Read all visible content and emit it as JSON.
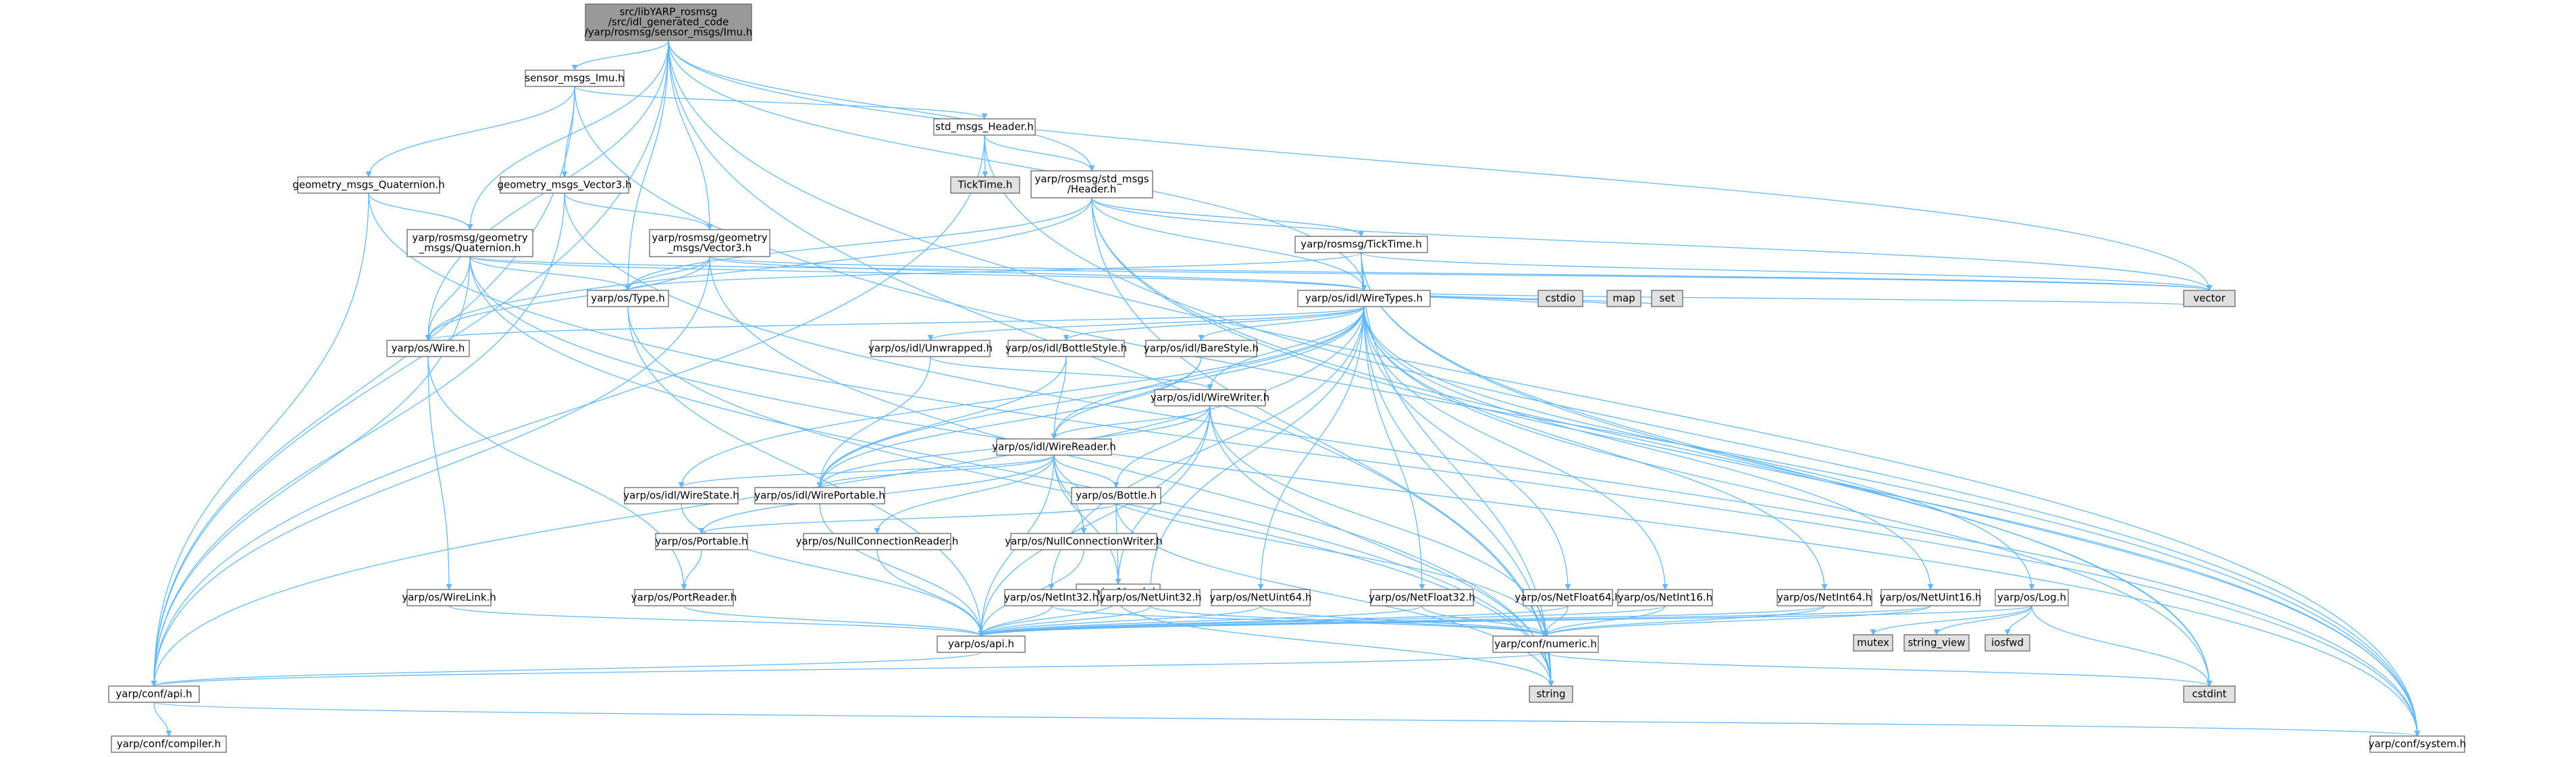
{
  "colors": {
    "edge": "#63b8ff",
    "node_fill": "#ffffff",
    "node_border": "#666666",
    "root_fill": "#999999",
    "red_border": "#ff0000",
    "external_fill": "#e0e0e0",
    "external_border": "#999999"
  },
  "nodes": [
    {
      "id": "root",
      "lines": [
        "src/libYARP_rosmsg",
        "/src/idl_generated_code",
        "/yarp/rosmsg/sensor_msgs/Imu.h"
      ],
      "style": "root"
    },
    {
      "id": "sensor_msgs_imu",
      "lines": [
        "sensor_msgs_Imu.h"
      ],
      "style": "normal"
    },
    {
      "id": "std_msgs_header",
      "lines": [
        "std_msgs_Header.h"
      ],
      "style": "normal"
    },
    {
      "id": "ticktime_ext",
      "lines": [
        "TickTime.h"
      ],
      "style": "external"
    },
    {
      "id": "rosmsg_std_msgs_header",
      "lines": [
        "yarp/rosmsg/std_msgs",
        "/Header.h"
      ],
      "style": "normal"
    },
    {
      "id": "geometry_msgs_quaternion",
      "lines": [
        "geometry_msgs_Quaternion.h"
      ],
      "style": "normal"
    },
    {
      "id": "geometry_msgs_vector3",
      "lines": [
        "geometry_msgs_Vector3.h"
      ],
      "style": "normal"
    },
    {
      "id": "rosmsg_geometry_quaternion",
      "lines": [
        "yarp/rosmsg/geometry",
        "_msgs/Quaternion.h"
      ],
      "style": "normal"
    },
    {
      "id": "rosmsg_geometry_vector3",
      "lines": [
        "yarp/rosmsg/geometry",
        "_msgs/Vector3.h"
      ],
      "style": "normal"
    },
    {
      "id": "rosmsg_ticktime",
      "lines": [
        "yarp/rosmsg/TickTime.h"
      ],
      "style": "red"
    },
    {
      "id": "os_type",
      "lines": [
        "yarp/os/Type.h"
      ],
      "style": "normal"
    },
    {
      "id": "os_idl_wiretypes",
      "lines": [
        "yarp/os/idl/WireTypes.h"
      ],
      "style": "normal"
    },
    {
      "id": "os_wire",
      "lines": [
        "yarp/os/Wire.h"
      ],
      "style": "normal"
    },
    {
      "id": "cstdio",
      "lines": [
        "cstdio"
      ],
      "style": "external"
    },
    {
      "id": "map",
      "lines": [
        "map"
      ],
      "style": "external"
    },
    {
      "id": "set",
      "lines": [
        "set"
      ],
      "style": "external"
    },
    {
      "id": "vector",
      "lines": [
        "vector"
      ],
      "style": "external"
    },
    {
      "id": "os_idl_unwrapped",
      "lines": [
        "yarp/os/idl/Unwrapped.h"
      ],
      "style": "normal"
    },
    {
      "id": "os_idl_bottlestyle",
      "lines": [
        "yarp/os/idl/BottleStyle.h"
      ],
      "style": "normal"
    },
    {
      "id": "os_idl_barestyle",
      "lines": [
        "yarp/os/idl/BareStyle.h"
      ],
      "style": "normal"
    },
    {
      "id": "os_idl_wirewriter",
      "lines": [
        "yarp/os/idl/WireWriter.h"
      ],
      "style": "red"
    },
    {
      "id": "os_idl_wirereader",
      "lines": [
        "yarp/os/idl/WireReader.h"
      ],
      "style": "normal"
    },
    {
      "id": "os_idl_wirestate",
      "lines": [
        "yarp/os/idl/WireState.h"
      ],
      "style": "normal"
    },
    {
      "id": "os_idl_wireportable",
      "lines": [
        "yarp/os/idl/WirePortable.h"
      ],
      "style": "normal"
    },
    {
      "id": "os_bottle",
      "lines": [
        "yarp/os/Bottle.h"
      ],
      "style": "red"
    },
    {
      "id": "os_portable",
      "lines": [
        "yarp/os/Portable.h"
      ],
      "style": "red"
    },
    {
      "id": "os_nullconnectionreader",
      "lines": [
        "yarp/os/NullConnectionReader.h"
      ],
      "style": "red"
    },
    {
      "id": "os_nullconnectionwriter",
      "lines": [
        "yarp/os/NullConnectionWriter.h"
      ],
      "style": "red"
    },
    {
      "id": "os_vocab",
      "lines": [
        "yarp/os/Vocab.h"
      ],
      "style": "normal"
    },
    {
      "id": "os_wirelink",
      "lines": [
        "yarp/os/WireLink.h"
      ],
      "style": "normal"
    },
    {
      "id": "os_portreader",
      "lines": [
        "yarp/os/PortReader.h"
      ],
      "style": "normal"
    },
    {
      "id": "os_netint32",
      "lines": [
        "yarp/os/NetInt32.h"
      ],
      "style": "normal"
    },
    {
      "id": "os_netuint32",
      "lines": [
        "yarp/os/NetUint32.h"
      ],
      "style": "normal"
    },
    {
      "id": "os_netuint64",
      "lines": [
        "yarp/os/NetUint64.h"
      ],
      "style": "normal"
    },
    {
      "id": "os_netfloat32",
      "lines": [
        "yarp/os/NetFloat32.h"
      ],
      "style": "normal"
    },
    {
      "id": "os_netfloat64",
      "lines": [
        "yarp/os/NetFloat64.h"
      ],
      "style": "normal"
    },
    {
      "id": "os_netint16",
      "lines": [
        "yarp/os/NetInt16.h"
      ],
      "style": "normal"
    },
    {
      "id": "os_netint64",
      "lines": [
        "yarp/os/NetInt64.h"
      ],
      "style": "normal"
    },
    {
      "id": "os_netuint16",
      "lines": [
        "yarp/os/NetUint16.h"
      ],
      "style": "normal"
    },
    {
      "id": "os_log",
      "lines": [
        "yarp/os/Log.h"
      ],
      "style": "normal"
    },
    {
      "id": "mutex",
      "lines": [
        "mutex"
      ],
      "style": "external"
    },
    {
      "id": "string_view",
      "lines": [
        "string_view"
      ],
      "style": "external"
    },
    {
      "id": "iosfwd",
      "lines": [
        "iosfwd"
      ],
      "style": "external"
    },
    {
      "id": "os_api",
      "lines": [
        "yarp/os/api.h"
      ],
      "style": "normal"
    },
    {
      "id": "conf_numeric",
      "lines": [
        "yarp/conf/numeric.h"
      ],
      "style": "red"
    },
    {
      "id": "string",
      "lines": [
        "string"
      ],
      "style": "external"
    },
    {
      "id": "cstdint",
      "lines": [
        "cstdint"
      ],
      "style": "external"
    },
    {
      "id": "conf_api",
      "lines": [
        "yarp/conf/api.h"
      ],
      "style": "normal"
    },
    {
      "id": "conf_compiler",
      "lines": [
        "yarp/conf/compiler.h"
      ],
      "style": "normal"
    },
    {
      "id": "conf_system",
      "lines": [
        "yarp/conf/system.h"
      ],
      "style": "normal"
    }
  ],
  "edges": [
    [
      "root",
      "sensor_msgs_imu"
    ],
    [
      "root",
      "rosmsg_std_msgs_header"
    ],
    [
      "root",
      "rosmsg_geometry_quaternion"
    ],
    [
      "root",
      "rosmsg_geometry_vector3"
    ],
    [
      "root",
      "os_idl_wiretypes"
    ],
    [
      "root",
      "os_type"
    ],
    [
      "root",
      "os_wire"
    ],
    [
      "root",
      "vector"
    ],
    [
      "root",
      "string"
    ],
    [
      "root",
      "conf_api"
    ],
    [
      "root",
      "conf_system"
    ],
    [
      "sensor_msgs_imu",
      "std_msgs_header"
    ],
    [
      "sensor_msgs_imu",
      "geometry_msgs_quaternion"
    ],
    [
      "sensor_msgs_imu",
      "geometry_msgs_vector3"
    ],
    [
      "sensor_msgs_imu",
      "conf_api"
    ],
    [
      "sensor_msgs_imu",
      "conf_system"
    ],
    [
      "std_msgs_header",
      "ticktime_ext"
    ],
    [
      "std_msgs_header",
      "rosmsg_std_msgs_header"
    ],
    [
      "std_msgs_header",
      "conf_api"
    ],
    [
      "std_msgs_header",
      "conf_system"
    ],
    [
      "rosmsg_std_msgs_header",
      "rosmsg_ticktime"
    ],
    [
      "rosmsg_std_msgs_header",
      "os_idl_wiretypes"
    ],
    [
      "rosmsg_std_msgs_header",
      "os_type"
    ],
    [
      "rosmsg_std_msgs_header",
      "os_wire"
    ],
    [
      "rosmsg_std_msgs_header",
      "vector"
    ],
    [
      "rosmsg_std_msgs_header",
      "string"
    ],
    [
      "rosmsg_std_msgs_header",
      "cstdint"
    ],
    [
      "rosmsg_std_msgs_header",
      "conf_system"
    ],
    [
      "geometry_msgs_quaternion",
      "rosmsg_geometry_quaternion"
    ],
    [
      "geometry_msgs_quaternion",
      "conf_api"
    ],
    [
      "geometry_msgs_quaternion",
      "conf_system"
    ],
    [
      "geometry_msgs_vector3",
      "rosmsg_geometry_vector3"
    ],
    [
      "geometry_msgs_vector3",
      "conf_api"
    ],
    [
      "geometry_msgs_vector3",
      "conf_system"
    ],
    [
      "rosmsg_geometry_quaternion",
      "os_idl_wiretypes"
    ],
    [
      "rosmsg_geometry_quaternion",
      "os_type"
    ],
    [
      "rosmsg_geometry_quaternion",
      "os_wire"
    ],
    [
      "rosmsg_geometry_quaternion",
      "vector"
    ],
    [
      "rosmsg_geometry_quaternion",
      "string"
    ],
    [
      "rosmsg_geometry_quaternion",
      "conf_api"
    ],
    [
      "rosmsg_geometry_quaternion",
      "conf_system"
    ],
    [
      "rosmsg_geometry_vector3",
      "os_idl_wiretypes"
    ],
    [
      "rosmsg_geometry_vector3",
      "os_type"
    ],
    [
      "rosmsg_geometry_vector3",
      "os_wire"
    ],
    [
      "rosmsg_geometry_vector3",
      "vector"
    ],
    [
      "rosmsg_geometry_vector3",
      "string"
    ],
    [
      "rosmsg_geometry_vector3",
      "conf_api"
    ],
    [
      "rosmsg_ticktime",
      "os_idl_wiretypes"
    ],
    [
      "rosmsg_ticktime",
      "os_type"
    ],
    [
      "rosmsg_ticktime",
      "vector"
    ],
    [
      "rosmsg_ticktime",
      "string"
    ],
    [
      "rosmsg_ticktime",
      "cstdint"
    ],
    [
      "rosmsg_ticktime",
      "conf_system"
    ],
    [
      "os_type",
      "os_api"
    ],
    [
      "os_type",
      "string"
    ],
    [
      "os_idl_wiretypes",
      "os_wire"
    ],
    [
      "os_idl_wiretypes",
      "cstdio"
    ],
    [
      "os_idl_wiretypes",
      "map"
    ],
    [
      "os_idl_wiretypes",
      "set"
    ],
    [
      "os_idl_wiretypes",
      "vector"
    ],
    [
      "os_idl_wiretypes",
      "os_idl_unwrapped"
    ],
    [
      "os_idl_wiretypes",
      "os_idl_bottlestyle"
    ],
    [
      "os_idl_wiretypes",
      "os_idl_barestyle"
    ],
    [
      "os_idl_wiretypes",
      "os_idl_wirewriter"
    ],
    [
      "os_idl_wiretypes",
      "os_idl_wirereader"
    ],
    [
      "os_idl_wiretypes",
      "os_idl_wirestate"
    ],
    [
      "os_idl_wiretypes",
      "os_idl_wireportable"
    ],
    [
      "os_idl_wiretypes",
      "os_netint32"
    ],
    [
      "os_idl_wiretypes",
      "os_netuint32"
    ],
    [
      "os_idl_wiretypes",
      "os_netuint64"
    ],
    [
      "os_idl_wiretypes",
      "os_netfloat32"
    ],
    [
      "os_idl_wiretypes",
      "os_netfloat64"
    ],
    [
      "os_idl_wiretypes",
      "os_netint16"
    ],
    [
      "os_idl_wiretypes",
      "os_netint64"
    ],
    [
      "os_idl_wiretypes",
      "os_netuint16"
    ],
    [
      "os_idl_wiretypes",
      "os_log"
    ],
    [
      "os_idl_wiretypes",
      "string"
    ],
    [
      "os_idl_wiretypes",
      "cstdint"
    ],
    [
      "os_idl_wiretypes",
      "conf_api"
    ],
    [
      "os_wire",
      "os_wirelink"
    ],
    [
      "os_wire",
      "os_portreader"
    ],
    [
      "os_idl_unwrapped",
      "os_idl_wirewriter"
    ],
    [
      "os_idl_unwrapped",
      "os_idl_wireportable"
    ],
    [
      "os_idl_bottlestyle",
      "os_idl_wirereader"
    ],
    [
      "os_idl_bottlestyle",
      "os_idl_wireportable"
    ],
    [
      "os_idl_barestyle",
      "os_idl_wirereader"
    ],
    [
      "os_idl_barestyle",
      "os_idl_wireportable"
    ],
    [
      "os_idl_wirewriter",
      "os_idl_wirereader"
    ],
    [
      "os_idl_wirewriter",
      "os_idl_wireportable"
    ],
    [
      "os_idl_wirewriter",
      "os_bottle"
    ],
    [
      "os_idl_wirewriter",
      "os_vocab"
    ],
    [
      "os_idl_wirewriter",
      "conf_numeric"
    ],
    [
      "os_idl_wirewriter",
      "os_api"
    ],
    [
      "os_idl_wirewriter",
      "string"
    ],
    [
      "os_idl_wirereader",
      "os_idl_wirestate"
    ],
    [
      "os_idl_wirereader",
      "os_idl_wireportable"
    ],
    [
      "os_idl_wirereader",
      "os_bottle"
    ],
    [
      "os_idl_wirereader",
      "os_portable"
    ],
    [
      "os_idl_wirereader",
      "os_nullconnectionreader"
    ],
    [
      "os_idl_wirereader",
      "os_nullconnectionwriter"
    ],
    [
      "os_idl_wirereader",
      "os_vocab"
    ],
    [
      "os_idl_wirereader",
      "conf_numeric"
    ],
    [
      "os_idl_wirereader",
      "os_api"
    ],
    [
      "os_idl_wirestate",
      "os_api"
    ],
    [
      "os_idl_wireportable",
      "os_api"
    ],
    [
      "os_bottle",
      "os_portable"
    ],
    [
      "os_bottle",
      "os_vocab"
    ],
    [
      "os_bottle",
      "string"
    ],
    [
      "os_portable",
      "os_portreader"
    ],
    [
      "os_nullconnectionreader",
      "os_api"
    ],
    [
      "os_nullconnectionwriter",
      "os_api"
    ],
    [
      "os_vocab",
      "os_api"
    ],
    [
      "os_vocab",
      "string"
    ],
    [
      "os_wirelink",
      "os_api"
    ],
    [
      "os_portreader",
      "os_api"
    ],
    [
      "os_netint32",
      "os_api"
    ],
    [
      "os_netint32",
      "conf_numeric"
    ],
    [
      "os_netuint32",
      "os_api"
    ],
    [
      "os_netuint32",
      "conf_numeric"
    ],
    [
      "os_netuint64",
      "os_api"
    ],
    [
      "os_netuint64",
      "conf_numeric"
    ],
    [
      "os_netfloat32",
      "os_api"
    ],
    [
      "os_netfloat32",
      "conf_numeric"
    ],
    [
      "os_netfloat64",
      "os_api"
    ],
    [
      "os_netfloat64",
      "conf_numeric"
    ],
    [
      "os_netint16",
      "os_api"
    ],
    [
      "os_netint16",
      "conf_numeric"
    ],
    [
      "os_netint64",
      "os_api"
    ],
    [
      "os_netint64",
      "conf_numeric"
    ],
    [
      "os_netuint16",
      "os_api"
    ],
    [
      "os_netuint16",
      "conf_numeric"
    ],
    [
      "os_log",
      "os_api"
    ],
    [
      "os_log",
      "mutex"
    ],
    [
      "os_log",
      "string_view"
    ],
    [
      "os_log",
      "iosfwd"
    ],
    [
      "os_log",
      "cstdint"
    ],
    [
      "os_api",
      "conf_api"
    ],
    [
      "conf_numeric",
      "string"
    ],
    [
      "conf_numeric",
      "cstdint"
    ],
    [
      "conf_numeric",
      "conf_api"
    ],
    [
      "conf_api",
      "conf_compiler"
    ],
    [
      "conf_api",
      "conf_system"
    ]
  ]
}
